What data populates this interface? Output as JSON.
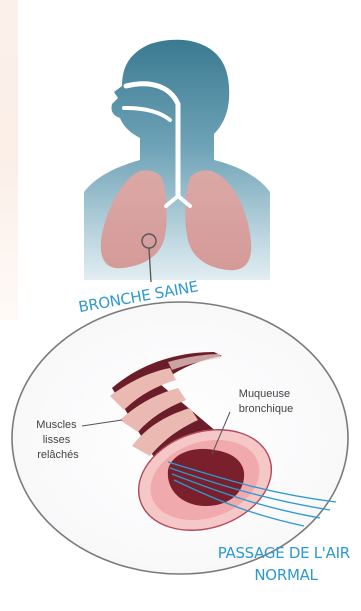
{
  "header": {
    "title": "BRONCHE SAINE"
  },
  "labels": {
    "muscles": [
      "Muscles",
      "lisses",
      "relâchés"
    ],
    "mucosa": [
      "Muqueuse",
      "bronchique"
    ],
    "airflow": [
      "PASSAGE DE L'AIR",
      "NORMAL"
    ]
  },
  "colors": {
    "head_dark": "#3f7d93",
    "head_light": "#cfe1ea",
    "lungs": "#d9a3a3",
    "airway": "#ffffff",
    "muscle_dark": "#6b1e2a",
    "muscle_light": "#e9b9b2",
    "mucosa": "#f6c7c7",
    "accent_blue": "#2c9ad0",
    "left_panel": "#fbeee7"
  }
}
